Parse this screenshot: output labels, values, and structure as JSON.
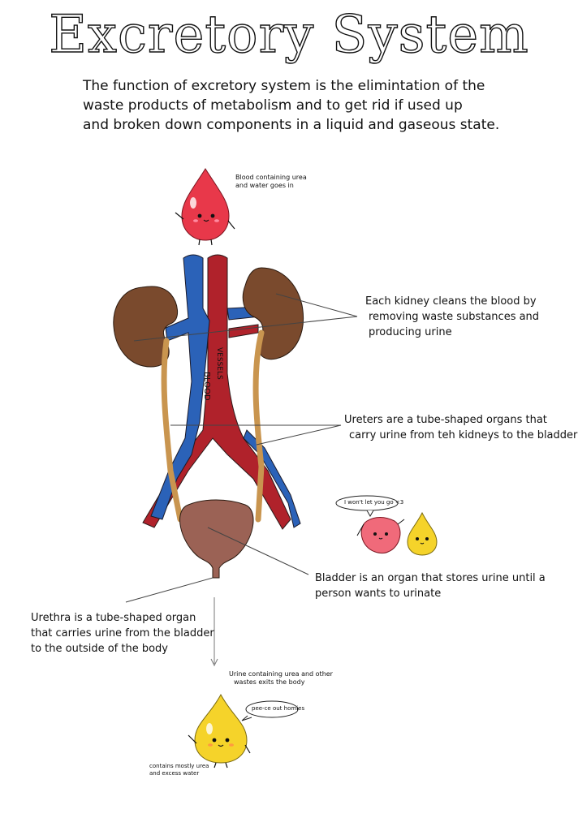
{
  "title": "Excretory System",
  "intro": [
    "The function of excretory system is the elimintation of the",
    "waste products of metabolism and to get rid if used up",
    "and broken down components in a liquid and gaseous state."
  ],
  "blood_drop_note": [
    "Blood containing urea",
    "and water goes in"
  ],
  "vessel_labels": {
    "blood": "BLOOD",
    "vessels": "VESSELS"
  },
  "labels": {
    "kidney": [
      "Each kidney cleans the blood by",
      "removing waste substances and",
      "producing urine"
    ],
    "ureters": [
      "Ureters are a tube-shaped organs that",
      "carry urine from teh kidneys to the bladder"
    ],
    "bladder": [
      "Bladder is an organ that stores urine until a",
      "person wants to urinate"
    ],
    "urethra": [
      "Urethra is a tube-shaped organ",
      "that carries urine from the bladder",
      "to the outside of the body"
    ]
  },
  "bladder_bubble": "I won't let you go <3",
  "urine_note": [
    "Urine containing urea and other",
    "wastes exits the body"
  ],
  "urine_bubble": "pee-ce out homies",
  "urine_drop_note": [
    "contains mostly urea",
    "and excess water"
  ],
  "colors": {
    "blood": "#e8384a",
    "vein": "#2b62b8",
    "artery": "#b0222b",
    "kidney": "#7a4a2d",
    "ureter": "#c9954f",
    "bladder": "#9b6255",
    "urine": "#f5d32a"
  }
}
